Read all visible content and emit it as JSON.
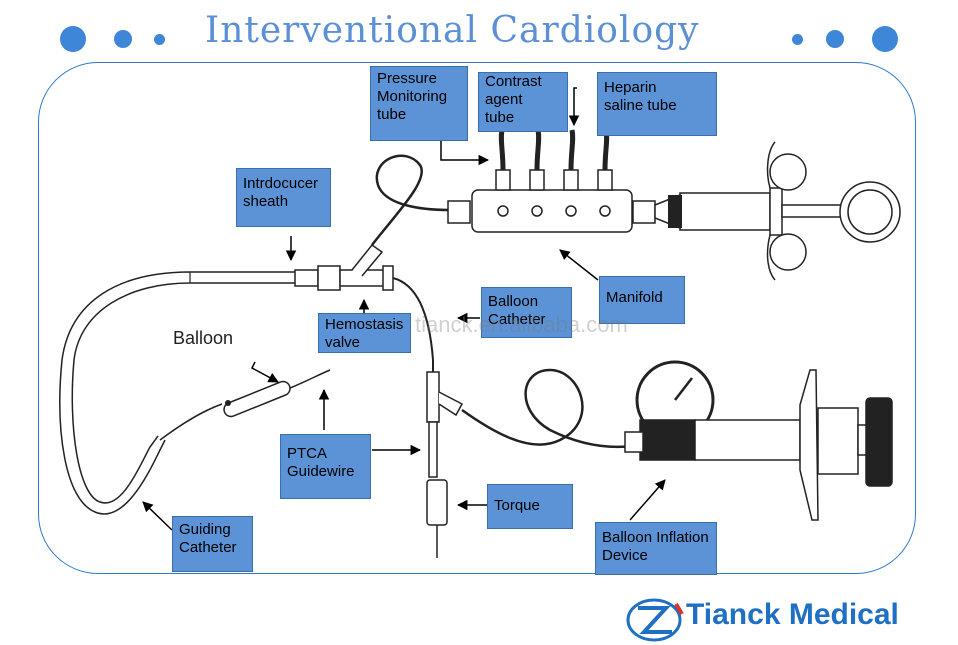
{
  "title": "Interventional Cardiology",
  "labels": {
    "pressure_tube": "Pressure\nMonitoring\ntube",
    "contrast_tube": "Contrast\nagent\ntube",
    "heparin_tube": "Heparin\nsaline tube",
    "introducer": "Intrdocucer\nsheath",
    "manifold": "Manifold",
    "balloon_catheter": "Balloon\nCatheter",
    "hemostasis": "Hemostasis\nvalve",
    "balloon": "Balloon",
    "ptca": "PTCA\nGuidewire",
    "torque": "Torque",
    "guiding": "Guiding\nCatheter",
    "inflation": "Balloon Inflation\nDevice"
  },
  "watermark": "tianck.en.alibaba.com",
  "brand": "Tianck Medical",
  "colors": {
    "accent": "#3e86d8",
    "label_fill": "#5b93d6",
    "brand": "#1f6fc4"
  }
}
